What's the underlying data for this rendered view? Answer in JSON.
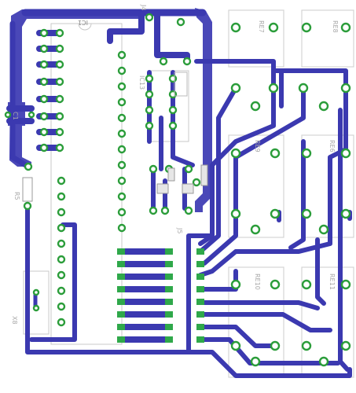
{
  "colors": {
    "trace": "#3b39b0",
    "trace_light": "#5553c6",
    "pad_ring": "#2b9d3a",
    "pad_fill": "#2fa84a",
    "silkscreen": "#c8c8c8",
    "background": "#ffffff"
  },
  "labels": {
    "ic_main": "IC1",
    "relay_1": "RE7",
    "relay_2": "RE8",
    "relay_3": "RE9",
    "relay_4": "RE6",
    "relay_5": "RE10",
    "relay_6": "RE11",
    "jumper_top": "J4",
    "chip_small": "IC13",
    "res_left": "R5",
    "cap_left": "C1",
    "conn_bottom": "X8",
    "conn_mid": "J5"
  }
}
